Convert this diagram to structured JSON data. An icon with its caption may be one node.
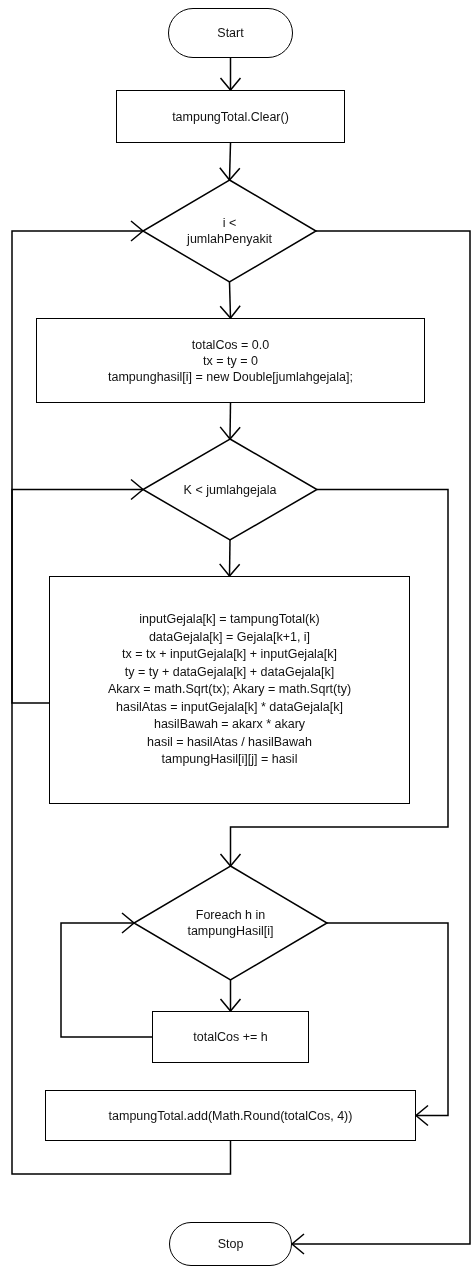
{
  "diagram": {
    "nodes": [
      {
        "text": [
          "Start"
        ]
      },
      {
        "text": [
          "tampungTotal.Clear()"
        ]
      },
      {
        "text": [
          "i < jumlahPenyakit"
        ]
      },
      {
        "text": [
          "totalCos = 0.0",
          "tx = ty = 0",
          "tampunghasil[i] = new Double[jumlahgejala];"
        ]
      },
      {
        "text": [
          "K < jumlahgejala"
        ]
      },
      {
        "text": [
          "inputGejala[k] = tampungTotal(k)",
          "dataGejala[k] = Gejala[k+1, i]",
          "tx = tx + inputGejala[k] + inputGejala[k]",
          "ty = ty + dataGejala[k] + dataGejala[k]",
          "Akarx = math.Sqrt(tx); Akary = math.Sqrt(ty)",
          "hasilAtas = inputGejala[k] * dataGejala[k]",
          "hasilBawah = akarx * akary",
          "hasil = hasilAtas / hasilBawah",
          "tampungHasil[i][j] = hasil"
        ]
      },
      {
        "text": [
          "Foreach h in tampungHasil[i]"
        ]
      },
      {
        "text": [
          "totalCos += h"
        ]
      },
      {
        "text": [
          "tampungTotal.add(Math.Round(totalCos, 4))"
        ]
      },
      {
        "text": [
          "Stop"
        ]
      }
    ],
    "edges": [
      {
        "from": 0,
        "to": 1,
        "arrow": "to"
      },
      {
        "from": 1,
        "to": 2,
        "arrow": "to"
      },
      {
        "from": 2,
        "to": 3,
        "arrow": "to"
      },
      {
        "from": 3,
        "to": 4,
        "arrow": "to"
      },
      {
        "from": 4,
        "to": 5,
        "arrow": "to"
      },
      {
        "from": 5,
        "to": 4,
        "arrow": "to"
      },
      {
        "from": 4,
        "to": 6,
        "arrow": "to"
      },
      {
        "from": 6,
        "to": 7,
        "arrow": "to"
      },
      {
        "from": 7,
        "to": 6,
        "arrow": "to"
      },
      {
        "from": 6,
        "to": 8,
        "arrow": "to"
      },
      {
        "from": 8,
        "to": 2,
        "arrow": "to"
      },
      {
        "from": 2,
        "to": 9,
        "arrow": "to"
      }
    ]
  }
}
